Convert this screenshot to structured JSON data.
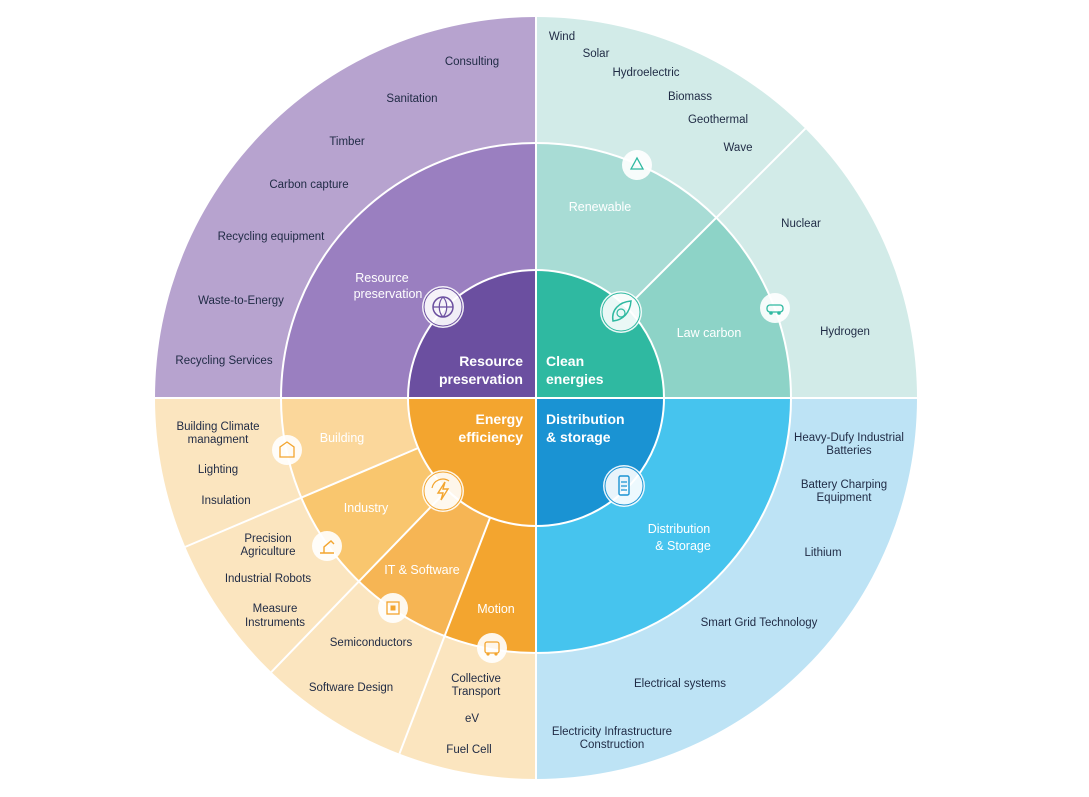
{
  "quadrants": {
    "resource": {
      "core": [
        "Resource",
        "preservation"
      ],
      "colors": {
        "core": "#6b4fa0",
        "mid": "#9a7fc0",
        "outer": "#b7a3cf"
      },
      "middle": [
        {
          "lines": [
            "Resource",
            "preservation"
          ],
          "icon": "globe-icon"
        }
      ],
      "outer": [
        "Consulting",
        "Sanitation",
        "Timber",
        "Carbon capture",
        "Recycling equipment",
        "Waste-to-Energy",
        "Recycling Services"
      ]
    },
    "clean": {
      "core": [
        "Clean",
        "energies"
      ],
      "colors": {
        "core": "#2fb9a1",
        "mid1": "#a8dcd5",
        "mid2": "#8dd3c7",
        "outer": "#d2ebe8"
      },
      "middle": [
        {
          "lines": [
            "Renewable"
          ],
          "icon": "recycle-icon"
        },
        {
          "lines": [
            "Law carbon"
          ],
          "icon": "hydrogen-car-icon"
        }
      ],
      "outer_renewable": [
        "Wind",
        "Solar",
        "Hydroelectric",
        "Biomass",
        "Geothermal",
        "Wave"
      ],
      "outer_lowcarbon": [
        "Nuclear",
        "Hydrogen"
      ]
    },
    "efficiency": {
      "core": [
        "Energy",
        "efficiency"
      ],
      "colors": {
        "core": "#f3a52f",
        "building": "#fbd79b",
        "industry": "#f9c66e",
        "it": "#f6b554",
        "motion": "#f3a52f",
        "outer": "#fbe5bf"
      },
      "middle": [
        {
          "lines": [
            "Building"
          ],
          "icon": "building-icon"
        },
        {
          "lines": [
            "Industry"
          ],
          "icon": "robot-arm-icon"
        },
        {
          "lines": [
            "IT & Software"
          ],
          "icon": "chip-icon"
        },
        {
          "lines": [
            "Motion"
          ],
          "icon": "bus-icon"
        }
      ],
      "outer_building": [
        [
          "Building Climate",
          "managment"
        ],
        [
          "Lighting"
        ],
        [
          "Insulation"
        ]
      ],
      "outer_industry": [
        [
          "Precision",
          "Agriculture"
        ],
        [
          "Industrial Robots"
        ],
        [
          "Measure",
          "Instruments"
        ]
      ],
      "outer_it": [
        [
          "Semiconductors"
        ],
        [
          "Software Design"
        ]
      ],
      "outer_motion": [
        [
          "Collective",
          "Transport"
        ],
        [
          "eV"
        ],
        [
          "Fuel Cell"
        ]
      ]
    },
    "distribution": {
      "core": [
        "Distribution",
        "& storage"
      ],
      "colors": {
        "core": "#1a93d3",
        "mid": "#46c4ee",
        "outer": "#bde3f5"
      },
      "middle": [
        {
          "lines": [
            "Distribution",
            "& Storage"
          ],
          "icon": "battery-icon"
        }
      ],
      "outer": [
        [
          "Heavy-Dufy Industrial",
          "Batteries"
        ],
        [
          "Battery Charping",
          "Equipment"
        ],
        [
          "Lithium"
        ],
        [
          "Smart Grid Technology"
        ],
        [
          "Electrical systems"
        ],
        [
          "Electricity Infrastructure",
          "Construction"
        ]
      ]
    }
  },
  "core_icon": "eco-energy-leaf-icon",
  "efficiency_core_icon": "lightning-cycle-icon"
}
